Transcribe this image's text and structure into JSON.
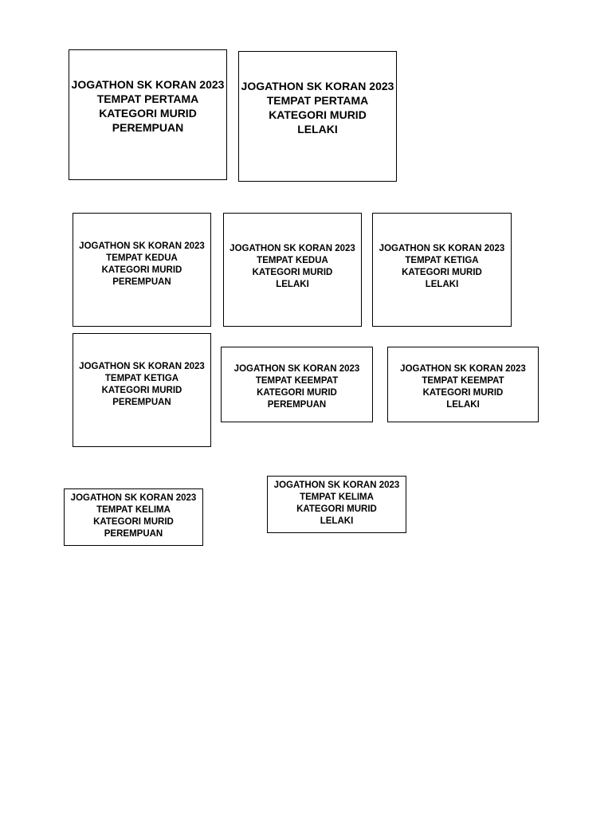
{
  "labels": [
    {
      "lines": [
        "JOGATHON SK KORAN 2023",
        "TEMPAT PERTAMA",
        "KATEGORI MURID",
        "PEREMPUAN"
      ]
    },
    {
      "lines": [
        "JOGATHON SK KORAN 2023",
        "TEMPAT PERTAMA",
        "KATEGORI MURID",
        "LELAKI"
      ]
    },
    {
      "lines": [
        "JOGATHON SK KORAN 2023",
        "TEMPAT KEDUA",
        "KATEGORI MURID",
        "PEREMPUAN"
      ]
    },
    {
      "lines": [
        "JOGATHON SK KORAN 2023",
        "TEMPAT KEDUA",
        "KATEGORI MURID",
        "LELAKI"
      ]
    },
    {
      "lines": [
        "JOGATHON SK KORAN 2023",
        "TEMPAT KETIGA",
        "KATEGORI MURID",
        "LELAKI"
      ]
    },
    {
      "lines": [
        "JOGATHON SK KORAN 2023",
        "TEMPAT KETIGA",
        "KATEGORI MURID",
        "PEREMPUAN"
      ]
    },
    {
      "lines": [
        "JOGATHON SK KORAN 2023",
        "TEMPAT KEEMPAT",
        "KATEGORI MURID",
        "PEREMPUAN"
      ]
    },
    {
      "lines": [
        "JOGATHON SK KORAN 2023",
        "TEMPAT KEEMPAT",
        "KATEGORI MURID",
        "LELAKI"
      ]
    },
    {
      "lines": [
        "JOGATHON SK KORAN 2023",
        "TEMPAT KELIMA",
        "KATEGORI MURID",
        "PEREMPUAN"
      ]
    },
    {
      "lines": [
        "JOGATHON SK KORAN 2023",
        "TEMPAT KELIMA",
        "KATEGORI MURID",
        "LELAKI"
      ]
    }
  ]
}
